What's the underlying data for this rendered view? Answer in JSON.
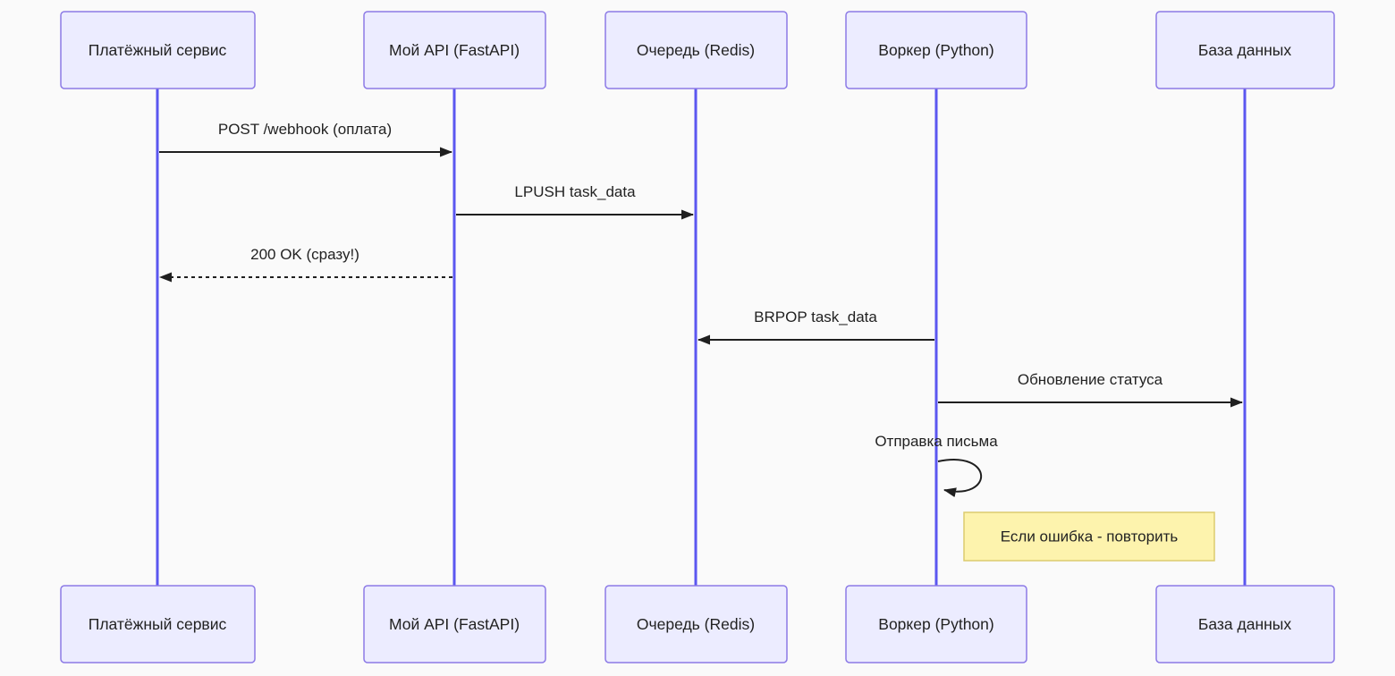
{
  "diagram": {
    "type": "sequence-diagram",
    "participants": [
      {
        "id": "payment",
        "label": "Платёжный сервис"
      },
      {
        "id": "api",
        "label": "Мой API (FastAPI)"
      },
      {
        "id": "queue",
        "label": "Очередь (Redis)"
      },
      {
        "id": "worker",
        "label": "Воркер (Python)"
      },
      {
        "id": "db",
        "label": "База данных"
      }
    ],
    "messages": [
      {
        "from": "payment",
        "to": "api",
        "label": "POST /webhook (оплата)",
        "line": "solid",
        "arrow": "filled"
      },
      {
        "from": "api",
        "to": "queue",
        "label": "LPUSH task_data",
        "line": "solid",
        "arrow": "filled"
      },
      {
        "from": "api",
        "to": "payment",
        "label": "200 OK (сразу!)",
        "line": "dashed",
        "arrow": "filled"
      },
      {
        "from": "worker",
        "to": "queue",
        "label": "BRPOP task_data",
        "line": "solid",
        "arrow": "filled"
      },
      {
        "from": "worker",
        "to": "db",
        "label": "Обновление статуса",
        "line": "solid",
        "arrow": "filled"
      },
      {
        "from": "worker",
        "to": "worker",
        "label": "Отправка письма",
        "line": "self",
        "arrow": "filled"
      }
    ],
    "note": {
      "text": "Если ошибка - повторить",
      "position": "right of worker"
    },
    "colors": {
      "actor_fill": "#ECECFF",
      "actor_border": "#8C7AE6",
      "lifeline": "#5B57F0",
      "message": "#1f1f1f",
      "text": "#222222",
      "note_fill": "#FDF3AD",
      "note_border": "#DCCB6E",
      "background": "#FAFAFA"
    }
  }
}
